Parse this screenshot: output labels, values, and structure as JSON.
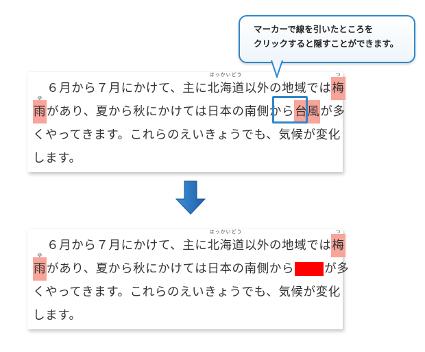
{
  "callout": {
    "line1": "マーカーで線を引いたところを",
    "line2": "クリックすると隠すことができます。"
  },
  "before": {
    "l1_pre": "６月から７月にかけて、主に",
    "l1_ruby_base": "北海道",
    "l1_ruby_text": "ほっかいどう",
    "l1_mid": "以外の地域では",
    "l1_mark": "梅",
    "l1_mark_ruby": "つ",
    "l2_mark": "雨",
    "l2_mark_ruby": "ゆ",
    "l2_mid": "があり、夏から秋にかけては日本の南側から",
    "l2_mark2": "台風",
    "l2_post": "が多",
    "l3": "くやってきます。これらのえいきょうでも、気候が変化",
    "l4": "します。"
  },
  "after": {
    "l1_pre": "６月から７月にかけて、主に",
    "l1_ruby_base": "北海道",
    "l1_ruby_text": "ほっかいどう",
    "l1_mid": "以外の地域では",
    "l1_mark": "梅",
    "l1_mark_ruby": "つ",
    "l2_mark": "雨",
    "l2_mark_ruby": "ゆ",
    "l2_mid": "があり、夏から秋にかけては日本の南側から",
    "l2_post": "が多",
    "l3": "くやってきます。これらのえいきょうでも、気候が変化",
    "l4": "します。"
  },
  "colors": {
    "marker": "#f7a49a",
    "hidden": "#ff0000",
    "accent_blue": "#2f86c9"
  },
  "icons": {
    "arrow": "down-arrow-icon"
  }
}
